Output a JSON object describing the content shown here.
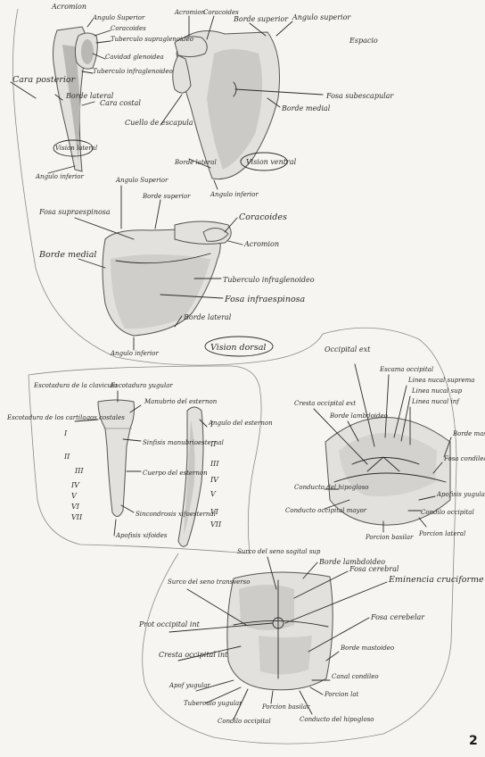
{
  "page_number": "2",
  "scapula_lateral": {
    "acromion": "Acromion",
    "angulo_superior": "Angulo Superior",
    "coracoides": "Coracoides",
    "tuberculo_supraglenoideo": "Tuberculo supraglenoideo",
    "cavidad_glenoidea": "Cavidad glenoidea",
    "tuberculo_infraglenoideo": "Tuberculo infraglenoideo",
    "cara_posterior": "Cara posterior",
    "borde_lateral": "Borde lateral",
    "cara_costal": "Cara costal",
    "vision_lateral": "Vision lateral",
    "angulo_inferior": "Angulo inferior"
  },
  "scapula_ventral": {
    "acromion": "Acromion",
    "coracoides": "Coracoides",
    "borde_superior": "Borde superior",
    "angulo_superior": "Angulo superior",
    "espacio": "Espacio",
    "fosa_subescapular": "Fosa subescapular",
    "borde_medial": "Borde medial",
    "cuello_escapula": "Cuello de escapula",
    "borde_lateral": "Borde lateral",
    "vision_ventral": "Vision ventral",
    "angulo_inferior": "Angulo inferior"
  },
  "scapula_dorsal": {
    "angulo_superior": "Angulo Superior",
    "borde_superior": "Borde superior",
    "fosa_supraespinosa": "Fosa supraespinosa",
    "coracoides": "Coracoides",
    "acromion": "Acromion",
    "borde_medial": "Borde medial",
    "tuberculo_infraglenoideo": "Tuberculo infraglenoideo",
    "fosa_infraespinosa": "Fosa infraespinosa",
    "borde_lateral": "Borde lateral",
    "angulo_inferior": "Angulo inferior",
    "vision_dorsal": "Vision dorsal"
  },
  "sternum": {
    "escotadura_clavicular": "Escotadura de la clavicula",
    "escotadura_yugular": "Escotadura yugular",
    "manubrio": "Manubrio del esternon",
    "escotadura_cartilagos": "Escotadura de los cartilagos costales",
    "angulo_esternon": "Angulo del esternon",
    "sinfisis": "Sinfisis manubrioesternal",
    "cuerpo": "Cuerpo del esternon",
    "sincondrosis": "Sincondrosis xifoesternal",
    "apofisis": "Apofisis xifoides",
    "numerals": [
      "I",
      "II",
      "III",
      "IV",
      "V",
      "VI",
      "VII"
    ]
  },
  "occipital_exterior": {
    "occipital_ext": "Occipital ext",
    "escama": "Escama occipital",
    "linea_nucal_suprema": "Linea nucal suprema",
    "linea_nucal_sup": "Linea nucal sup",
    "linea_nucal_inf": "Linea nucal inf",
    "cresta_occipital_ext": "Cresta occipital ext",
    "borde_lambdoideo": "Borde lambdoideo",
    "borde_mastoideo": "Borde mastoideo",
    "conducto_hipogloso": "Conducto del hipogloso",
    "conducto_occipital_mayor": "Conducto occipital mayor",
    "porcion_basilar": "Porcion basilar",
    "fosa_condilea": "Fosa condilea",
    "apofisis_yugular": "Apofisis yugular",
    "condilo_occipital": "Condilo occipital",
    "porcion_lateral": "Porcion lateral"
  },
  "occipital_interior": {
    "surco_seno_sagital": "Surco del seno sagital sup",
    "borde_lambdoideo": "Borde lambdoideo",
    "fosa_cerebral": "Fosa cerebral",
    "eminencia_cruciforme": "Eminencia cruciforme",
    "surco_seno_transverso": "Surco del seno transverso",
    "prot_occipital_int": "Prot occipital int",
    "cresta_occipital_int": "Cresta occipital int",
    "fosa_cerebelar": "Fosa cerebelar",
    "borde_mastoideo": "Borde mastoideo",
    "apofisis_yugular": "Apof yugular",
    "tuberculo_yugular": "Tuberculo yugular",
    "condilo_occipital": "Condilo occipital",
    "porcion_basilar": "Porcion basilar",
    "conducto_hipogloso": "Conducto del hipogloso",
    "canal_condileo": "Canal condileo",
    "porcion_lateral": "Porcion lat"
  }
}
